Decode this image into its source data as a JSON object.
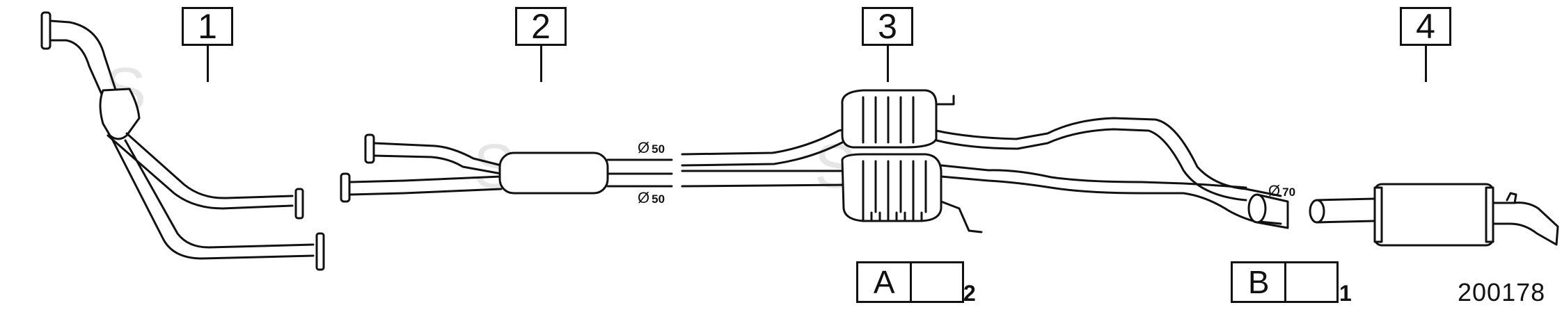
{
  "callouts": [
    {
      "label": "1"
    },
    {
      "label": "2"
    },
    {
      "label": "3"
    },
    {
      "label": "4"
    }
  ],
  "diameters": [
    {
      "symbol": "Ø",
      "value": "50"
    },
    {
      "symbol": "Ø",
      "value": "50"
    },
    {
      "symbol": "Ø",
      "value": "70"
    }
  ],
  "hardware": [
    {
      "letter": "A",
      "qty": "2",
      "icon": "rubber-hanger-icon"
    },
    {
      "letter": "B",
      "qty": "1",
      "icon": "rubber-hanger-icon"
    }
  ],
  "diagram_number": "200178",
  "colors": {
    "line": "#111111",
    "fill": "#ffffff",
    "watermark": "#e6e6e6"
  }
}
